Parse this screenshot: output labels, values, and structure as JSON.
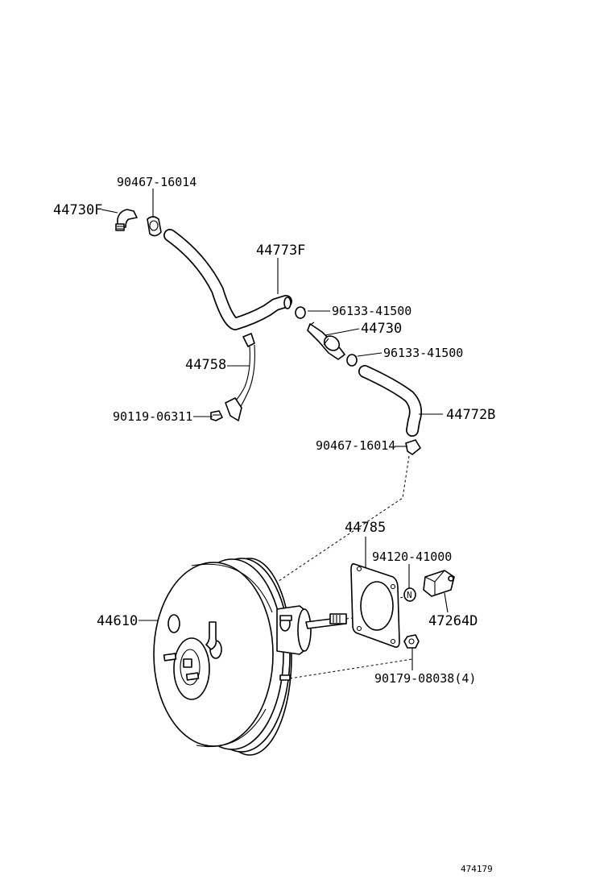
{
  "parts": {
    "p_90467_16014_top": "90467-16014",
    "p_44730F": "44730F",
    "p_44773F": "44773F",
    "p_96133_41500_a": "96133-41500",
    "p_44730": "44730",
    "p_96133_41500_b": "96133-41500",
    "p_44758": "44758",
    "p_90119_06311": "90119-06311",
    "p_44772B": "44772B",
    "p_90467_16014_mid": "90467-16014",
    "p_44785": "44785",
    "p_94120_41000": "94120-41000",
    "p_44610": "44610",
    "p_47264D": "47264D",
    "p_90179_08038": "90179-08038(4)"
  },
  "figure_ref": "474179",
  "nut_marker": "N"
}
